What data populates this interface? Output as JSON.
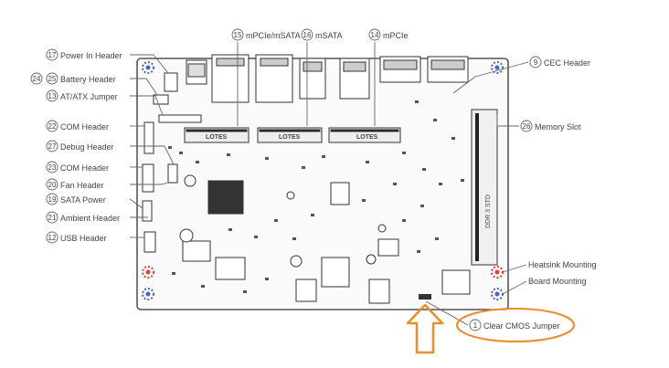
{
  "labels": {
    "power_in_header": {
      "num": "17",
      "text": "Power In Header"
    },
    "battery_header": {
      "num1": "24",
      "num2": "25",
      "text": "Battery Header"
    },
    "at_atx_jumper": {
      "num": "13",
      "text": "AT/ATX Jumper"
    },
    "com_header_1": {
      "num": "22",
      "text": "COM Header"
    },
    "debug_header": {
      "num": "27",
      "text": "Debug Header"
    },
    "com_header_2": {
      "num": "23",
      "text": "COM Header"
    },
    "fan_header": {
      "num": "20",
      "text": "Fan Header"
    },
    "sata_power": {
      "num": "19",
      "text": "SATA Power"
    },
    "ambient_header": {
      "num": "21",
      "text": "Ambient Header"
    },
    "usb_header": {
      "num": "12",
      "text": "USB Header"
    },
    "mpcie_msata": {
      "num": "15",
      "text": "mPCIe/mSATA"
    },
    "msata": {
      "num": "16",
      "text": "mSATA"
    },
    "mpcie": {
      "num": "14",
      "text": "mPCIe"
    },
    "cec_header": {
      "num": "9",
      "text": "CEC Header"
    },
    "memory_slot": {
      "num": "26",
      "text": "Memory Slot"
    },
    "heatsink_mounting": {
      "text": "Heatsink Mounting"
    },
    "board_mounting": {
      "text": "Board Mounting"
    },
    "clear_cmos_jumper": {
      "num": "1",
      "text": "Clear CMOS Jumper"
    }
  },
  "board_silkscreen": {
    "slot_label": "LOTES",
    "memory_label": "DDR 3 STD"
  },
  "colors": {
    "highlight": "#f08a2a",
    "mount_red": "#e0403a",
    "mount_blue": "#4a63c8",
    "outline": "#333333",
    "leader": "#666666"
  },
  "icons": [
    "highlight-arrow-icon",
    "mounting-hole-icon"
  ]
}
